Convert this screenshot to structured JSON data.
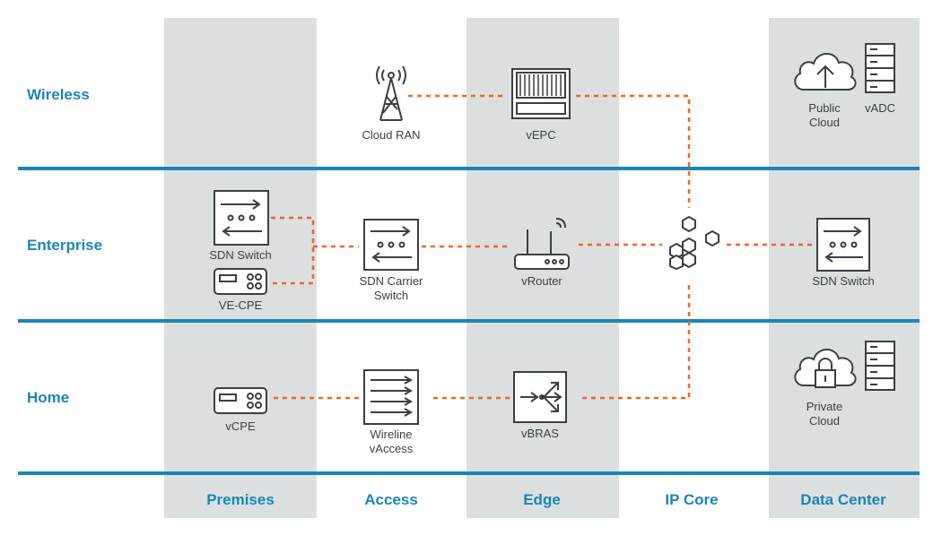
{
  "rows": {
    "wireless": "Wireless",
    "enterprise": "Enterprise",
    "home": "Home"
  },
  "columns": {
    "premises": "Premises",
    "access": "Access",
    "edge": "Edge",
    "ip_core": "IP Core",
    "data_center": "Data Center"
  },
  "nodes": {
    "cloud_ran": "Cloud RAN",
    "vepc": "vEPC",
    "public_cloud_l1": "Public",
    "public_cloud_l2": "Cloud",
    "vadc": "vADC",
    "sdn_switch_premises": "SDN Switch",
    "ve_cpe": "VE-CPE",
    "sdn_carrier_l1": "SDN Carrier",
    "sdn_carrier_l2": "Switch",
    "vrouter": "vRouter",
    "sdn_switch_dc": "SDN Switch",
    "vcpe": "vCPE",
    "wireline_l1": "Wireline",
    "wireline_l2": "vAccess",
    "vbras": "vBRAS",
    "private_cloud_l1": "Private",
    "private_cloud_l2": "Cloud"
  },
  "colors": {
    "accent": "#1a85b8",
    "link": "#f26522",
    "band": "#dcdfe0",
    "icon": "#3a3f44"
  },
  "icons": [
    "antenna-tower-icon",
    "vepc-chassis-icon",
    "cloud-upload-icon",
    "server-rack-icon",
    "switch-icon",
    "cpe-box-icon",
    "router-icon",
    "hexagon-cluster-icon",
    "access-mux-icon",
    "bras-icon",
    "cloud-lock-icon"
  ]
}
